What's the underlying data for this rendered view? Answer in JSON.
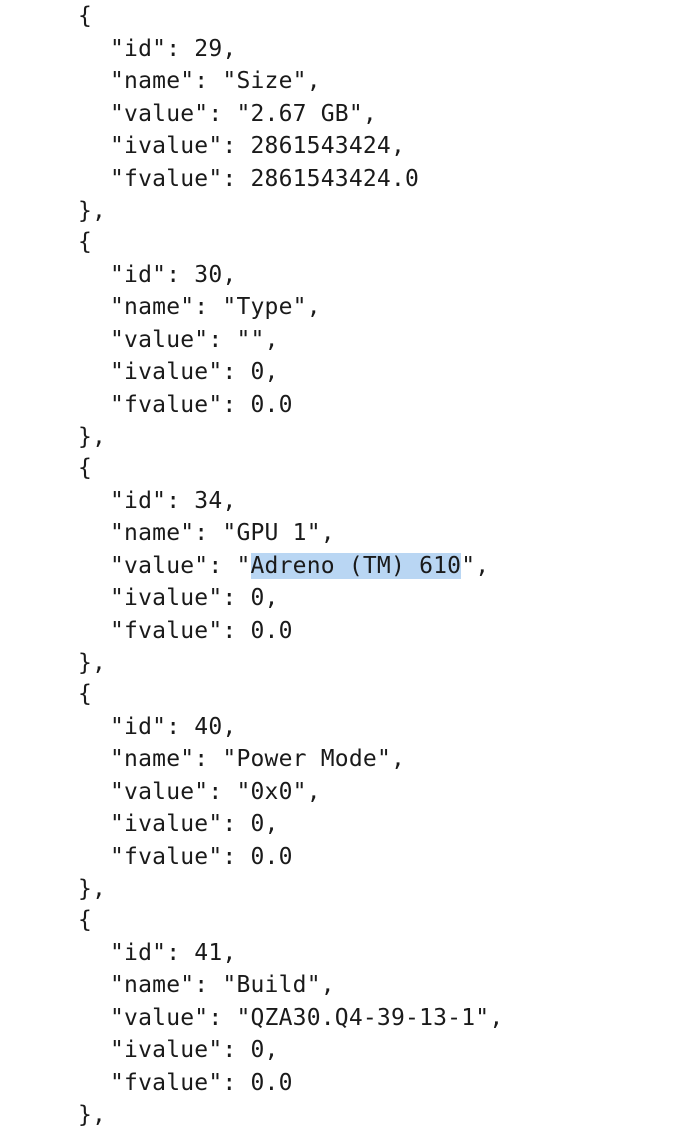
{
  "json": {
    "open_brace": "{",
    "close_brace": "},",
    "entries": [
      {
        "id": "29",
        "name": "Size",
        "value": "2.67 GB",
        "ivalue": "2861543424",
        "fvalue": "2861543424.0"
      },
      {
        "id": "30",
        "name": "Type",
        "value": "",
        "ivalue": "0",
        "fvalue": "0.0"
      },
      {
        "id": "34",
        "name": "GPU 1",
        "value": "Adreno (TM) 610",
        "ivalue": "0",
        "fvalue": "0.0"
      },
      {
        "id": "40",
        "name": "Power Mode",
        "value": "0x0",
        "ivalue": "0",
        "fvalue": "0.0"
      },
      {
        "id": "41",
        "name": "Build",
        "value": "QZA30.Q4-39-13-1",
        "ivalue": "0",
        "fvalue": "0.0"
      }
    ],
    "selected_text": "Adreno (TM) 610"
  }
}
